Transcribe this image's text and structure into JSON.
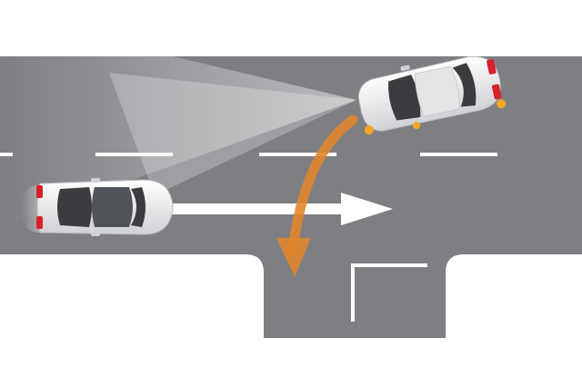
{
  "scene": {
    "description_type": "traffic-assist-illustration",
    "colors": {
      "background": "#ffffff",
      "road": "#7d7f83",
      "lane_marking": "#ffffff",
      "car_body": "#e9eaec",
      "car_glass": "#3a3c40",
      "turn_arrow": "#e0852c",
      "straight_arrow": "#ffffff",
      "sensor_beam": "#ffffff",
      "tail_light": "#d8202a",
      "indicator": "#f5a623"
    },
    "elements": {
      "moving_car": "car-driving-straight",
      "turning_car": "car-turning-left",
      "straight_path": "straight-arrow",
      "turn_path": "turn-arrow",
      "sensor": "sensor-beam"
    }
  }
}
